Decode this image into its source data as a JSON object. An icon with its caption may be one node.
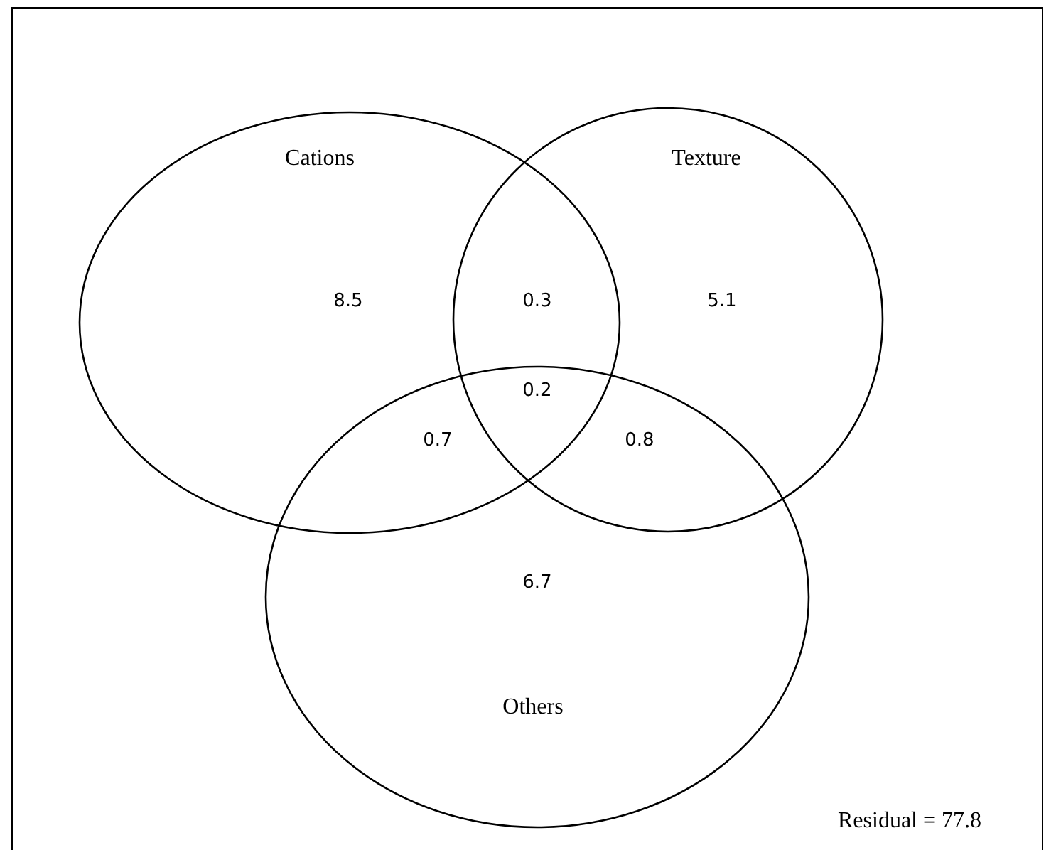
{
  "diagram": {
    "nodes": [
      {
        "text": [
          "Cations"
        ]
      },
      {
        "text": [
          "Texture"
        ]
      },
      {
        "text": [
          "Others"
        ]
      }
    ],
    "labels": [
      "8.5",
      "0.3",
      "5.1",
      "0.2",
      "0.7",
      "0.8",
      "6.7",
      "Residual = 77.8"
    ]
  }
}
